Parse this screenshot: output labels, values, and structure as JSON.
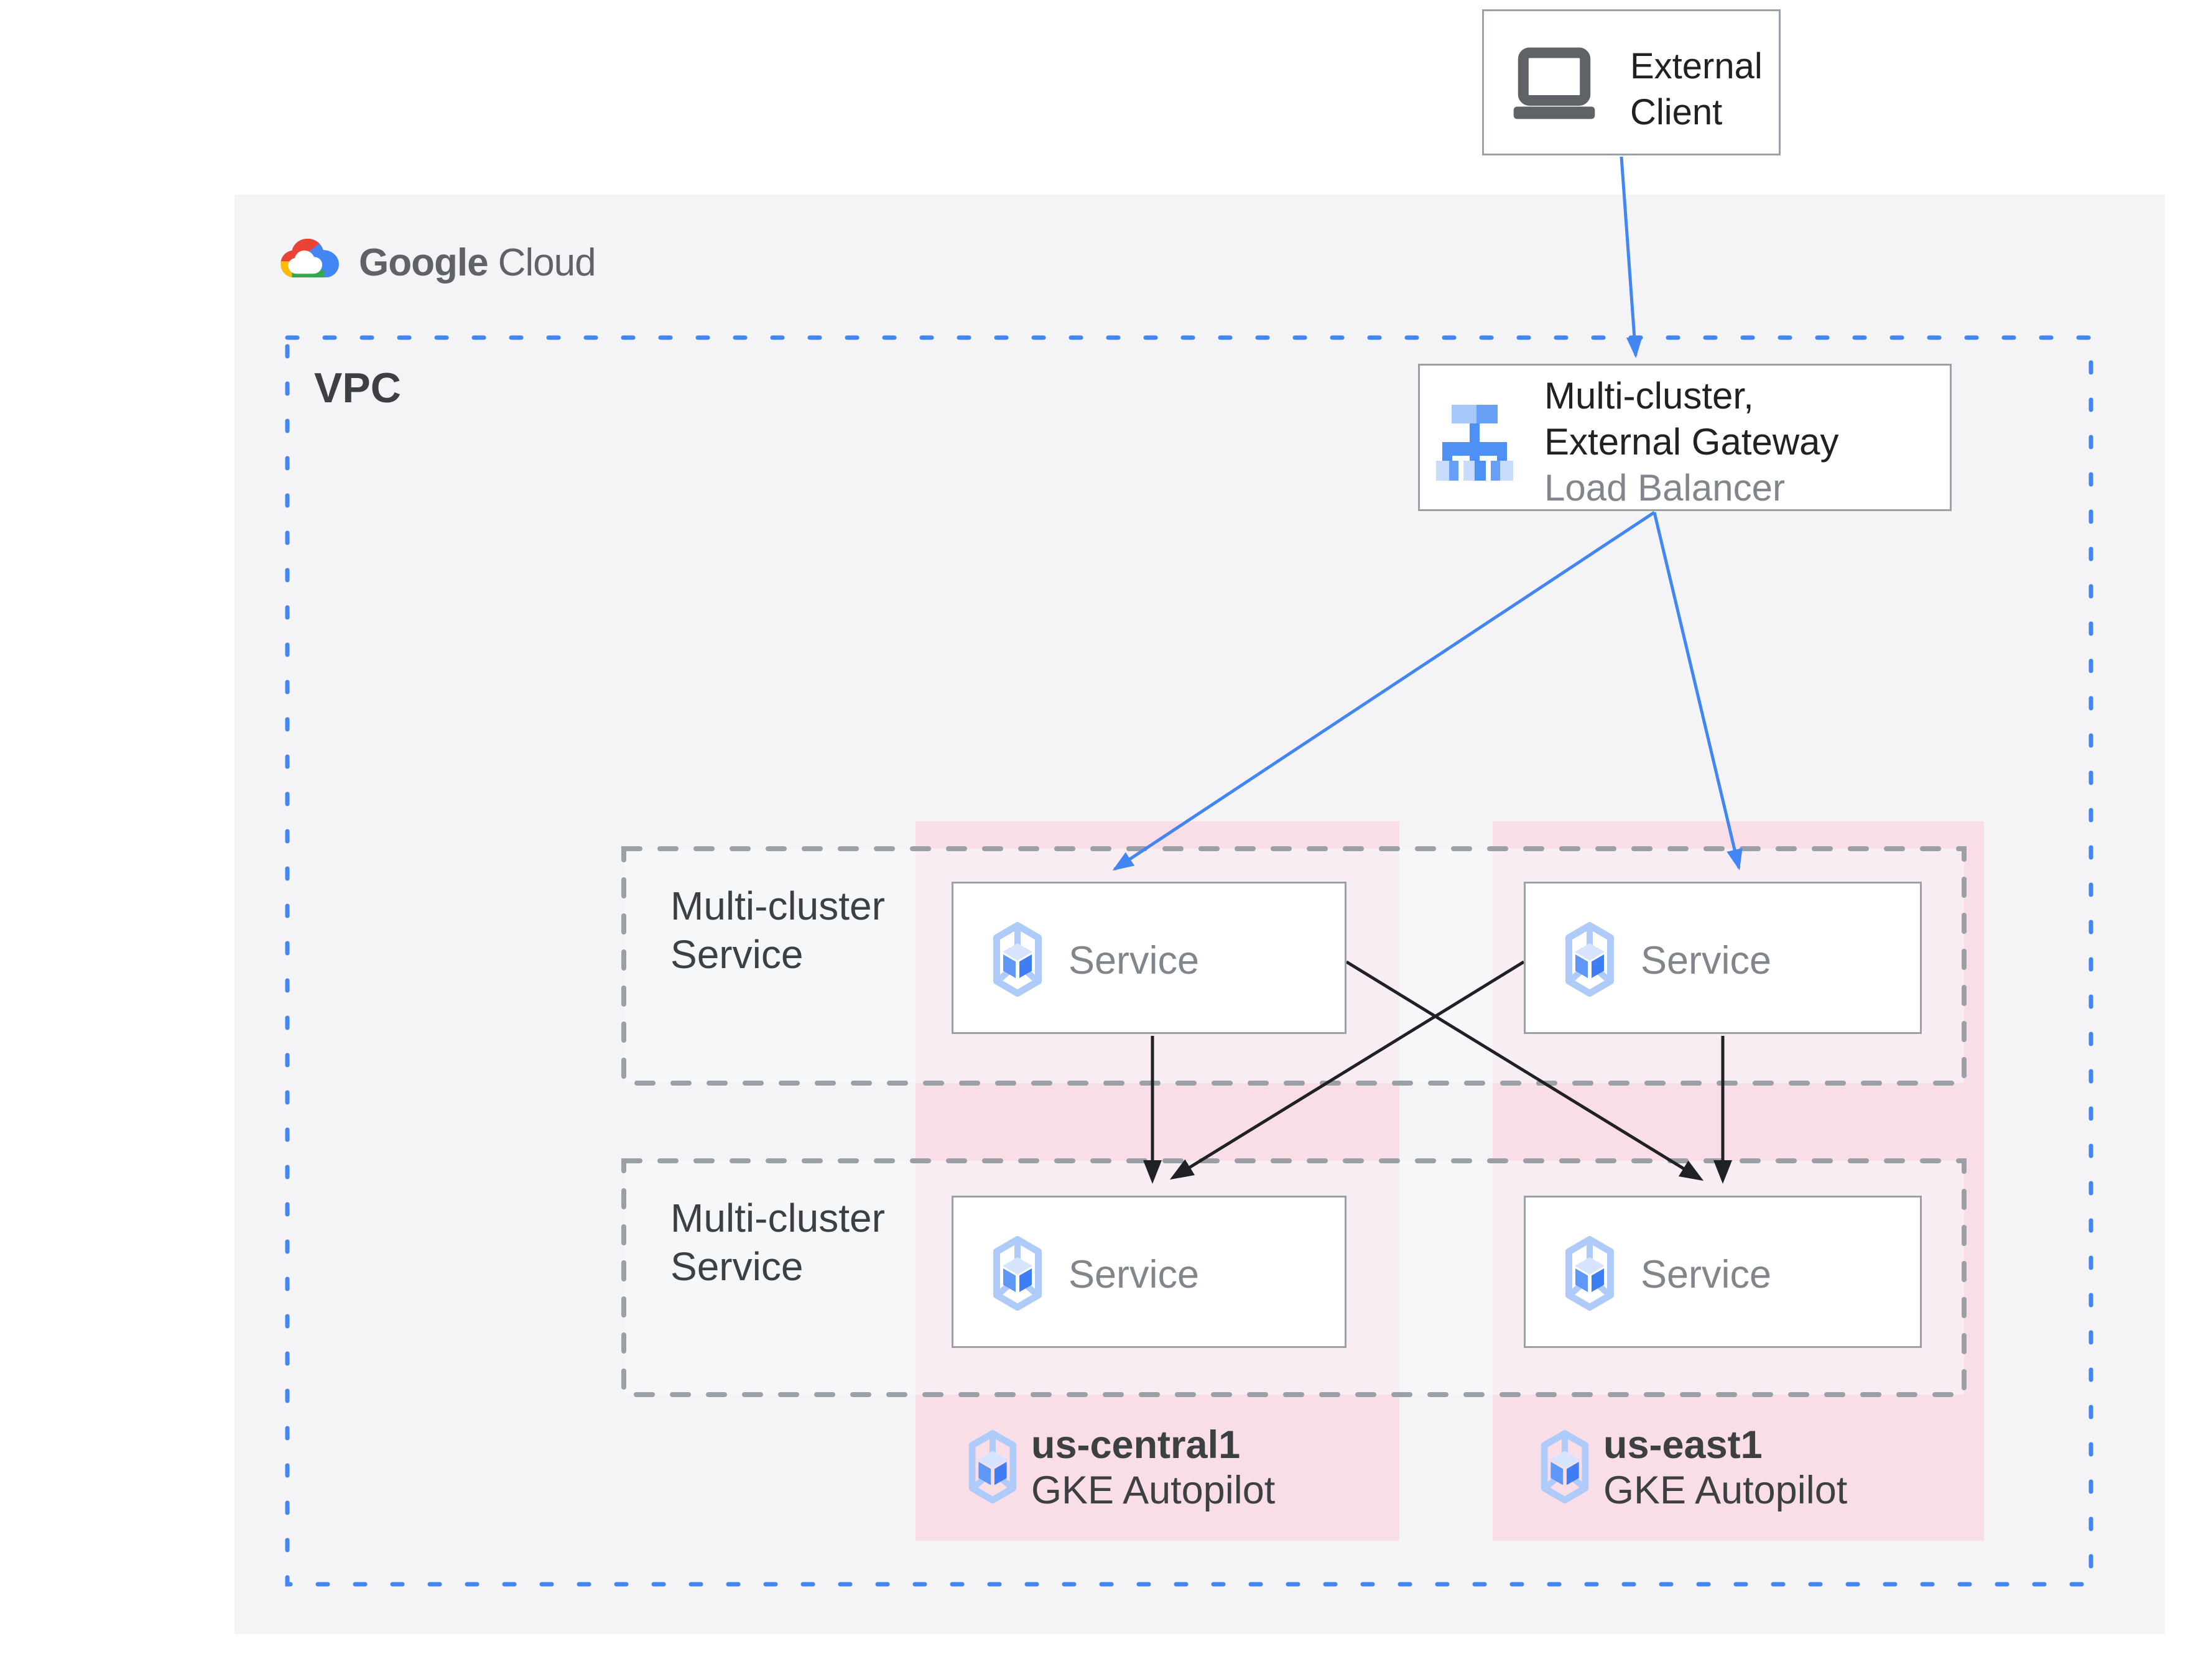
{
  "logo": {
    "part1": "Google",
    "part2": "Cloud"
  },
  "external_client": {
    "line1": "External",
    "line2": "Client"
  },
  "vpc": {
    "label": "VPC"
  },
  "load_balancer": {
    "title_line1": "Multi-cluster,",
    "title_line2": "External Gateway",
    "subtitle": "Load Balancer"
  },
  "mcs": [
    {
      "line1": "Multi-cluster",
      "line2": "Service"
    },
    {
      "line1": "Multi-cluster",
      "line2": "Service"
    }
  ],
  "services": [
    {
      "label": "Service"
    },
    {
      "label": "Service"
    },
    {
      "label": "Service"
    },
    {
      "label": "Service"
    }
  ],
  "clusters": [
    {
      "region": "us-central1",
      "product": "GKE Autopilot"
    },
    {
      "region": "us-east1",
      "product": "GKE Autopilot"
    }
  ],
  "icons": {
    "external_client": "laptop-icon",
    "load_balancer": "load-balancer-icon",
    "service": "gke-hexagon-icon",
    "logo": "google-cloud-logo"
  },
  "colors": {
    "accent_blue": "#4285f4",
    "arrow_black": "#202124",
    "border_gray": "#9aa0a6",
    "text_dark": "#3c4043",
    "text_gray": "#80868b",
    "text_black": "#202124",
    "panel_bg": "#f4f4f6",
    "pink": "#f9dde7",
    "white": "#ffffff"
  }
}
